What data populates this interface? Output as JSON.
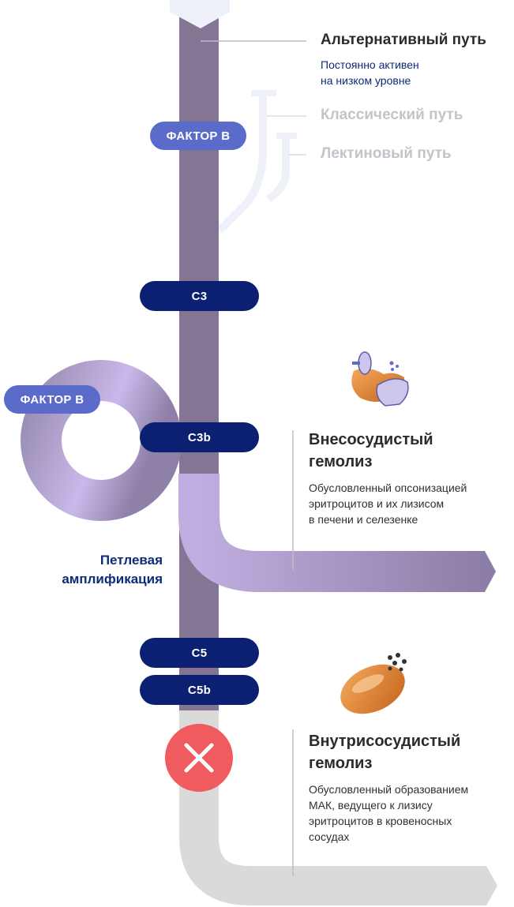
{
  "paths": {
    "alternative": {
      "title": "Альтернативный путь",
      "subtitle_line1": "Постоянно активен",
      "subtitle_line2": "на низком уровне"
    },
    "classical": {
      "title": "Классический путь"
    },
    "lectin": {
      "title": "Лектиновый путь"
    }
  },
  "factors": {
    "top": "ФАКТОР B",
    "loop": "ФАКТОР B"
  },
  "components": {
    "c3": "C3",
    "c3b": "C3b",
    "c5": "C5",
    "c5b": "C5b"
  },
  "loop_label": {
    "line1": "Петлевая",
    "line2": "амплификация"
  },
  "extravascular": {
    "title_line1": "Внесосудистый",
    "title_line2": "гемолиз",
    "desc_line1": "Обусловленный опсонизацией",
    "desc_line2": "эритроцитов и их лизисом",
    "desc_line3": "в печени и селезенке"
  },
  "intravascular": {
    "title_line1": "Внутрисосудистый",
    "title_line2": "гемолиз",
    "desc_line1": "Обусловленный образованием",
    "desc_line2": "МАК, ведущего к лизису",
    "desc_line3": "эритроцитов в кровеносных",
    "desc_line4": "сосудах"
  },
  "colors": {
    "main_path": "#857595",
    "navy": "#0b2072",
    "factor": "#5a6bc9",
    "block": "#ef5b5f",
    "loop_light": "#c7b6e6",
    "inactive_path": "#dadada",
    "pale_branch": "#eef0fa"
  }
}
